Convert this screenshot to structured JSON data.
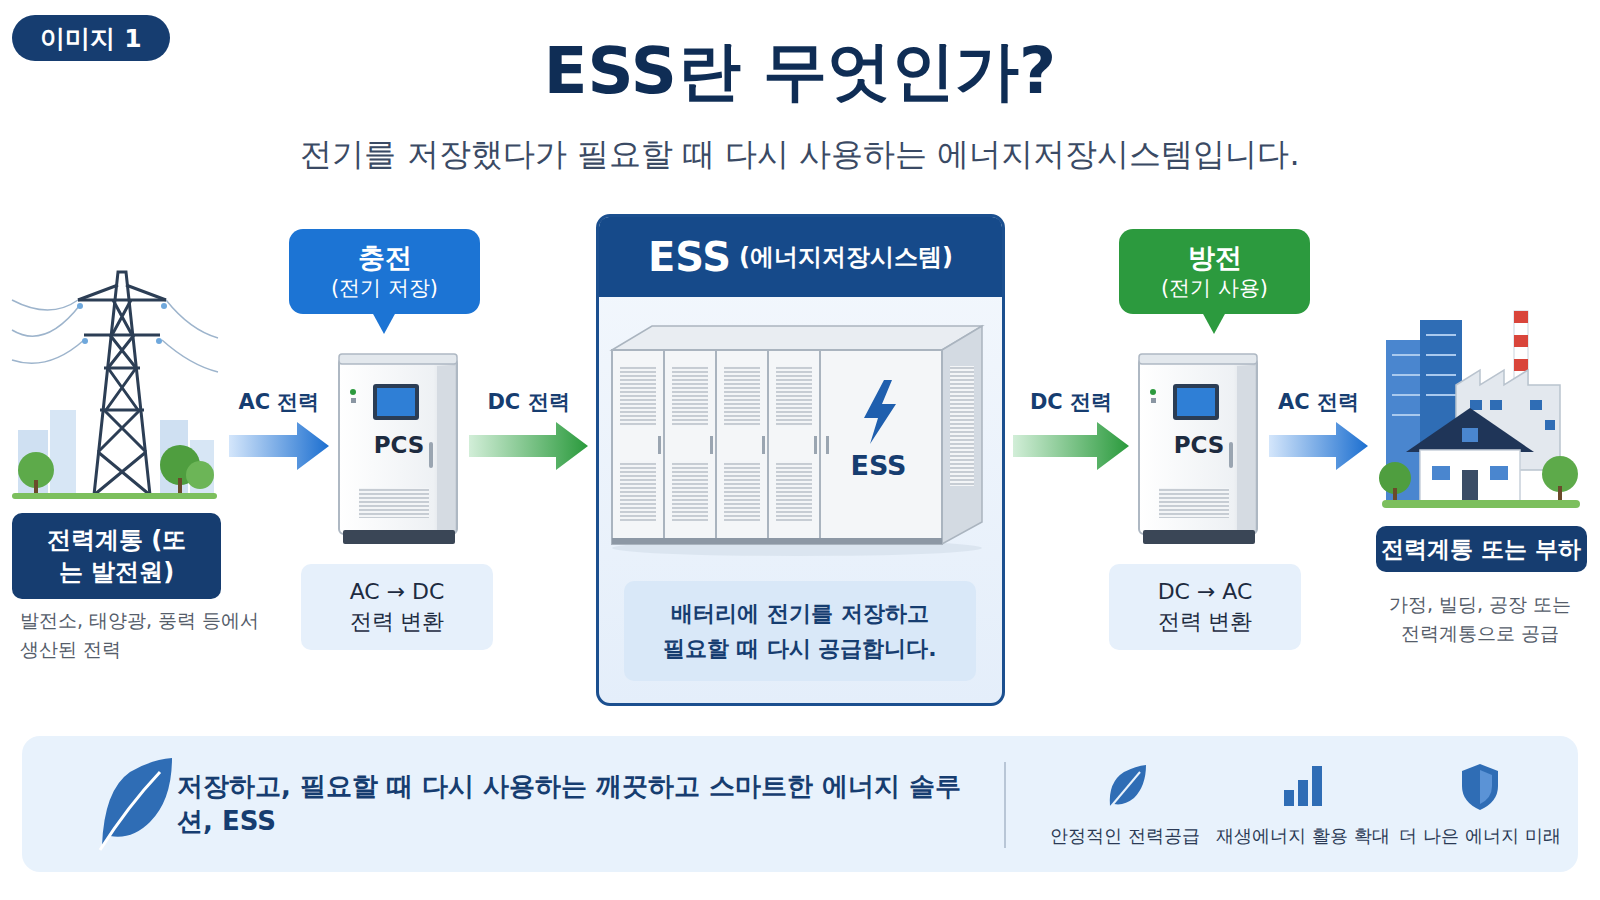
{
  "diagram": {
    "title": "ESS란 무엇인가?",
    "nodes": [
      {
        "text": [
          "이미지 1"
        ]
      },
      {
        "text": [
          "전력계통 (또는 발전원)"
        ]
      },
      {
        "text": [
          "충전",
          "(전기 저장)"
        ]
      },
      {
        "text": [
          "PCS"
        ]
      },
      {
        "text": [
          "AC → DC 전력 변환"
        ]
      },
      {
        "text": [
          "ESS",
          "(에너지저장시스템)"
        ]
      },
      {
        "text": [
          "ESS"
        ],
        "in": 5
      },
      {
        "text": [
          "배터리에 전기를 저장하고 필요할 때 다시 공급합니다."
        ],
        "in": 5
      },
      {
        "text": [
          "방전",
          "(전기 사용)"
        ]
      },
      {
        "text": [
          "PCS"
        ]
      },
      {
        "text": [
          "DC → AC 전력 변환"
        ]
      },
      {
        "text": [
          "전력계통 또는 부하"
        ]
      },
      {
        "text": [
          "저장하고, 필요할 때 다시 사용하는 깨끗하고 스마트한 에너지 솔루션, ESS"
        ]
      }
    ],
    "edges": [
      {
        "from": 1,
        "to": 3,
        "label": "AC 전력",
        "arrow": "to"
      },
      {
        "from": 3,
        "to": 5,
        "label": "DC 전력",
        "arrow": "to"
      },
      {
        "from": 5,
        "to": 9,
        "label": "DC 전력",
        "arrow": "to"
      },
      {
        "from": 9,
        "to": 11,
        "label": "AC 전력",
        "arrow": "to"
      }
    ],
    "labels": [
      "전기를 저장했다가 필요할 때 다시 사용하는 에너지저장시스템입니다.",
      "발전소, 태양광, 풍력 등에서 생산된 전력",
      "가정, 빌딩, 공장 또는 전력계통으로 공급",
      "안정적인 전력공급",
      "재생에너지 활용 확대",
      "더 나은 에너지 미래"
    ]
  }
}
